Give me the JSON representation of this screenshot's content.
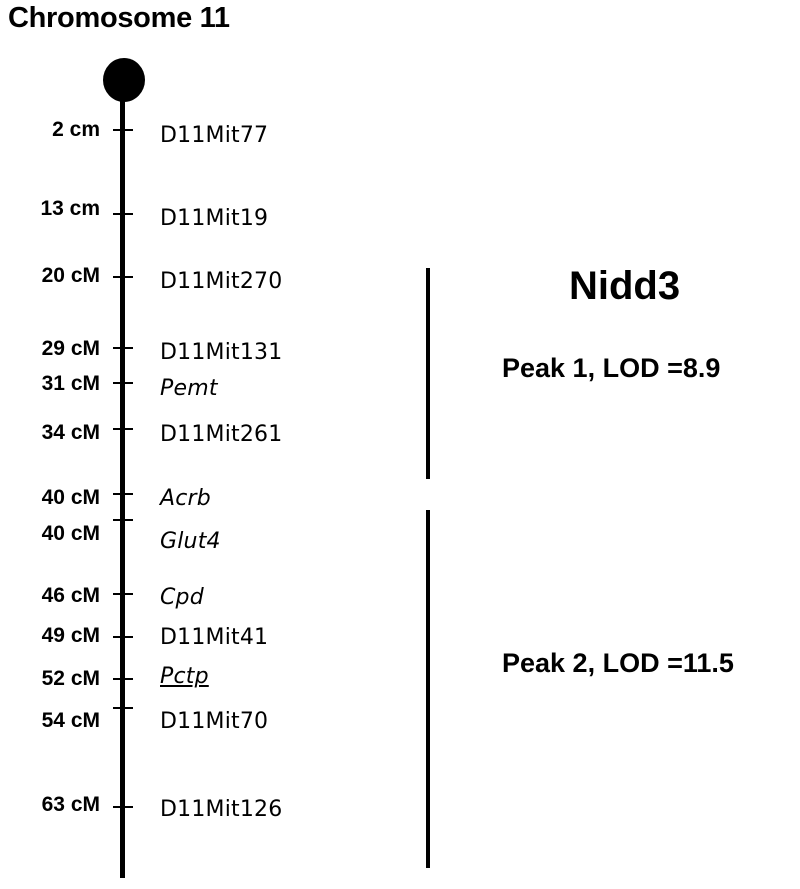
{
  "title": "Chromosome 11",
  "markers": [
    {
      "position": "2 cm",
      "name": "D11Mit77",
      "style": "normal"
    },
    {
      "position": "13 cm",
      "name": "D11Mit19",
      "style": "normal"
    },
    {
      "position": "20 cM",
      "name": "D11Mit270",
      "style": "normal"
    },
    {
      "position": "29 cM",
      "name": "D11Mit131",
      "style": "normal"
    },
    {
      "position": "31 cM",
      "name": "Pemt",
      "style": "italic"
    },
    {
      "position": "34 cM",
      "name": "D11Mit261",
      "style": "normal"
    },
    {
      "position": "40 cM",
      "name": "Acrb",
      "style": "italic"
    },
    {
      "position": "40 cM",
      "name": "Glut4",
      "style": "italic"
    },
    {
      "position": "46 cM",
      "name": "Cpd",
      "style": "italic"
    },
    {
      "position": "49 cM",
      "name": "D11Mit41",
      "style": "normal"
    },
    {
      "position": "52 cM",
      "name": "Pctp",
      "style": "italic-underlined"
    },
    {
      "position": "54 cM",
      "name": "D11Mit70",
      "style": "normal"
    },
    {
      "position": "63 cM",
      "name": "D11Mit126",
      "style": "normal"
    }
  ],
  "qtl": {
    "name": "Nidd3",
    "peaks": [
      {
        "label": "Peak 1, LOD =8.9"
      },
      {
        "label": "Peak 2, LOD =11.5"
      }
    ]
  }
}
